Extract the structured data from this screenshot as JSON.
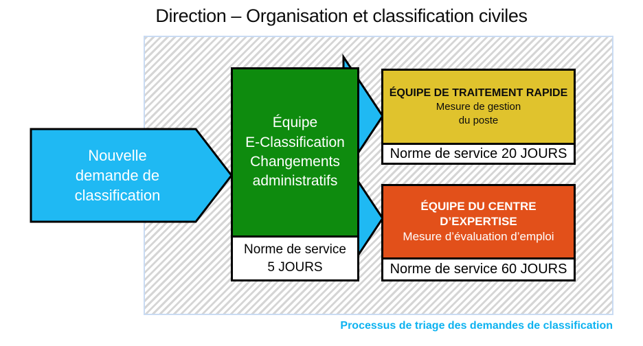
{
  "title": "Direction – Organisation et classification civiles",
  "colors": {
    "cyan": "#1FB9F3",
    "green": "#0E8B0E",
    "yellow": "#E0C32D",
    "orange": "#E2501A",
    "captionCyan": "#0DB2F0",
    "hatch": "#D5D5D5",
    "panelBorder": "#C9DBF3"
  },
  "flow": {
    "input_arrow": {
      "label": "Nouvelle\ndemande de\nclassification"
    },
    "main_box": {
      "title": "Équipe\nE-Classification\nChangements\nadministratifs",
      "norme": "Norme de service\n5 JOURS"
    },
    "fast_track_box": {
      "title": "ÉQUIPE DE TRAITEMENT RAPIDE",
      "subtitle": "Mesure de gestion\ndu poste",
      "norme": "Norme de service 20 JOURS"
    },
    "expertise_box": {
      "title": "ÉQUIPE DU CENTRE\nD’EXPERTISE",
      "subtitle": "Mesure d’évaluation d’emploi",
      "norme": "Norme de service 60 JOURS"
    }
  },
  "caption": "Processus de triage des demandes de classification"
}
